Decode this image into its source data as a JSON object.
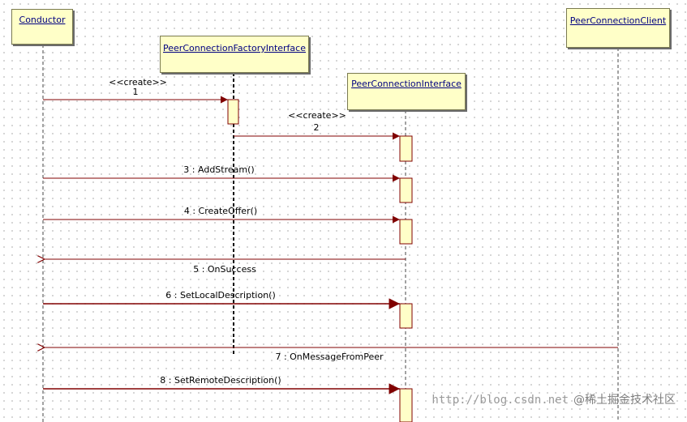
{
  "participants": [
    {
      "id": "conductor",
      "name": "Conductor"
    },
    {
      "id": "factory",
      "name": "PeerConnectionFactoryInterface"
    },
    {
      "id": "pci",
      "name": "PeerConnectionInterface"
    },
    {
      "id": "client",
      "name": "PeerConnectionClient"
    }
  ],
  "messages": [
    {
      "stereotype": "<<create>>",
      "label": "1"
    },
    {
      "stereotype": "<<create>>",
      "label": "2"
    },
    {
      "label": "3 : AddStream()"
    },
    {
      "label": "4 : CreateOffer()"
    },
    {
      "label": "5 : OnSuccess"
    },
    {
      "label": "6 : SetLocalDescription()"
    },
    {
      "label": "7 : OnMessageFromPeer"
    },
    {
      "label": "8 : SetRemoteDescription()"
    }
  ],
  "watermark": {
    "url": "http://blog.csdn.net",
    "brand": "@稀土掘金技术社区"
  },
  "colors": {
    "arrow": "#800000",
    "box_fill": "#ffffc8",
    "name_text": "#000080"
  }
}
